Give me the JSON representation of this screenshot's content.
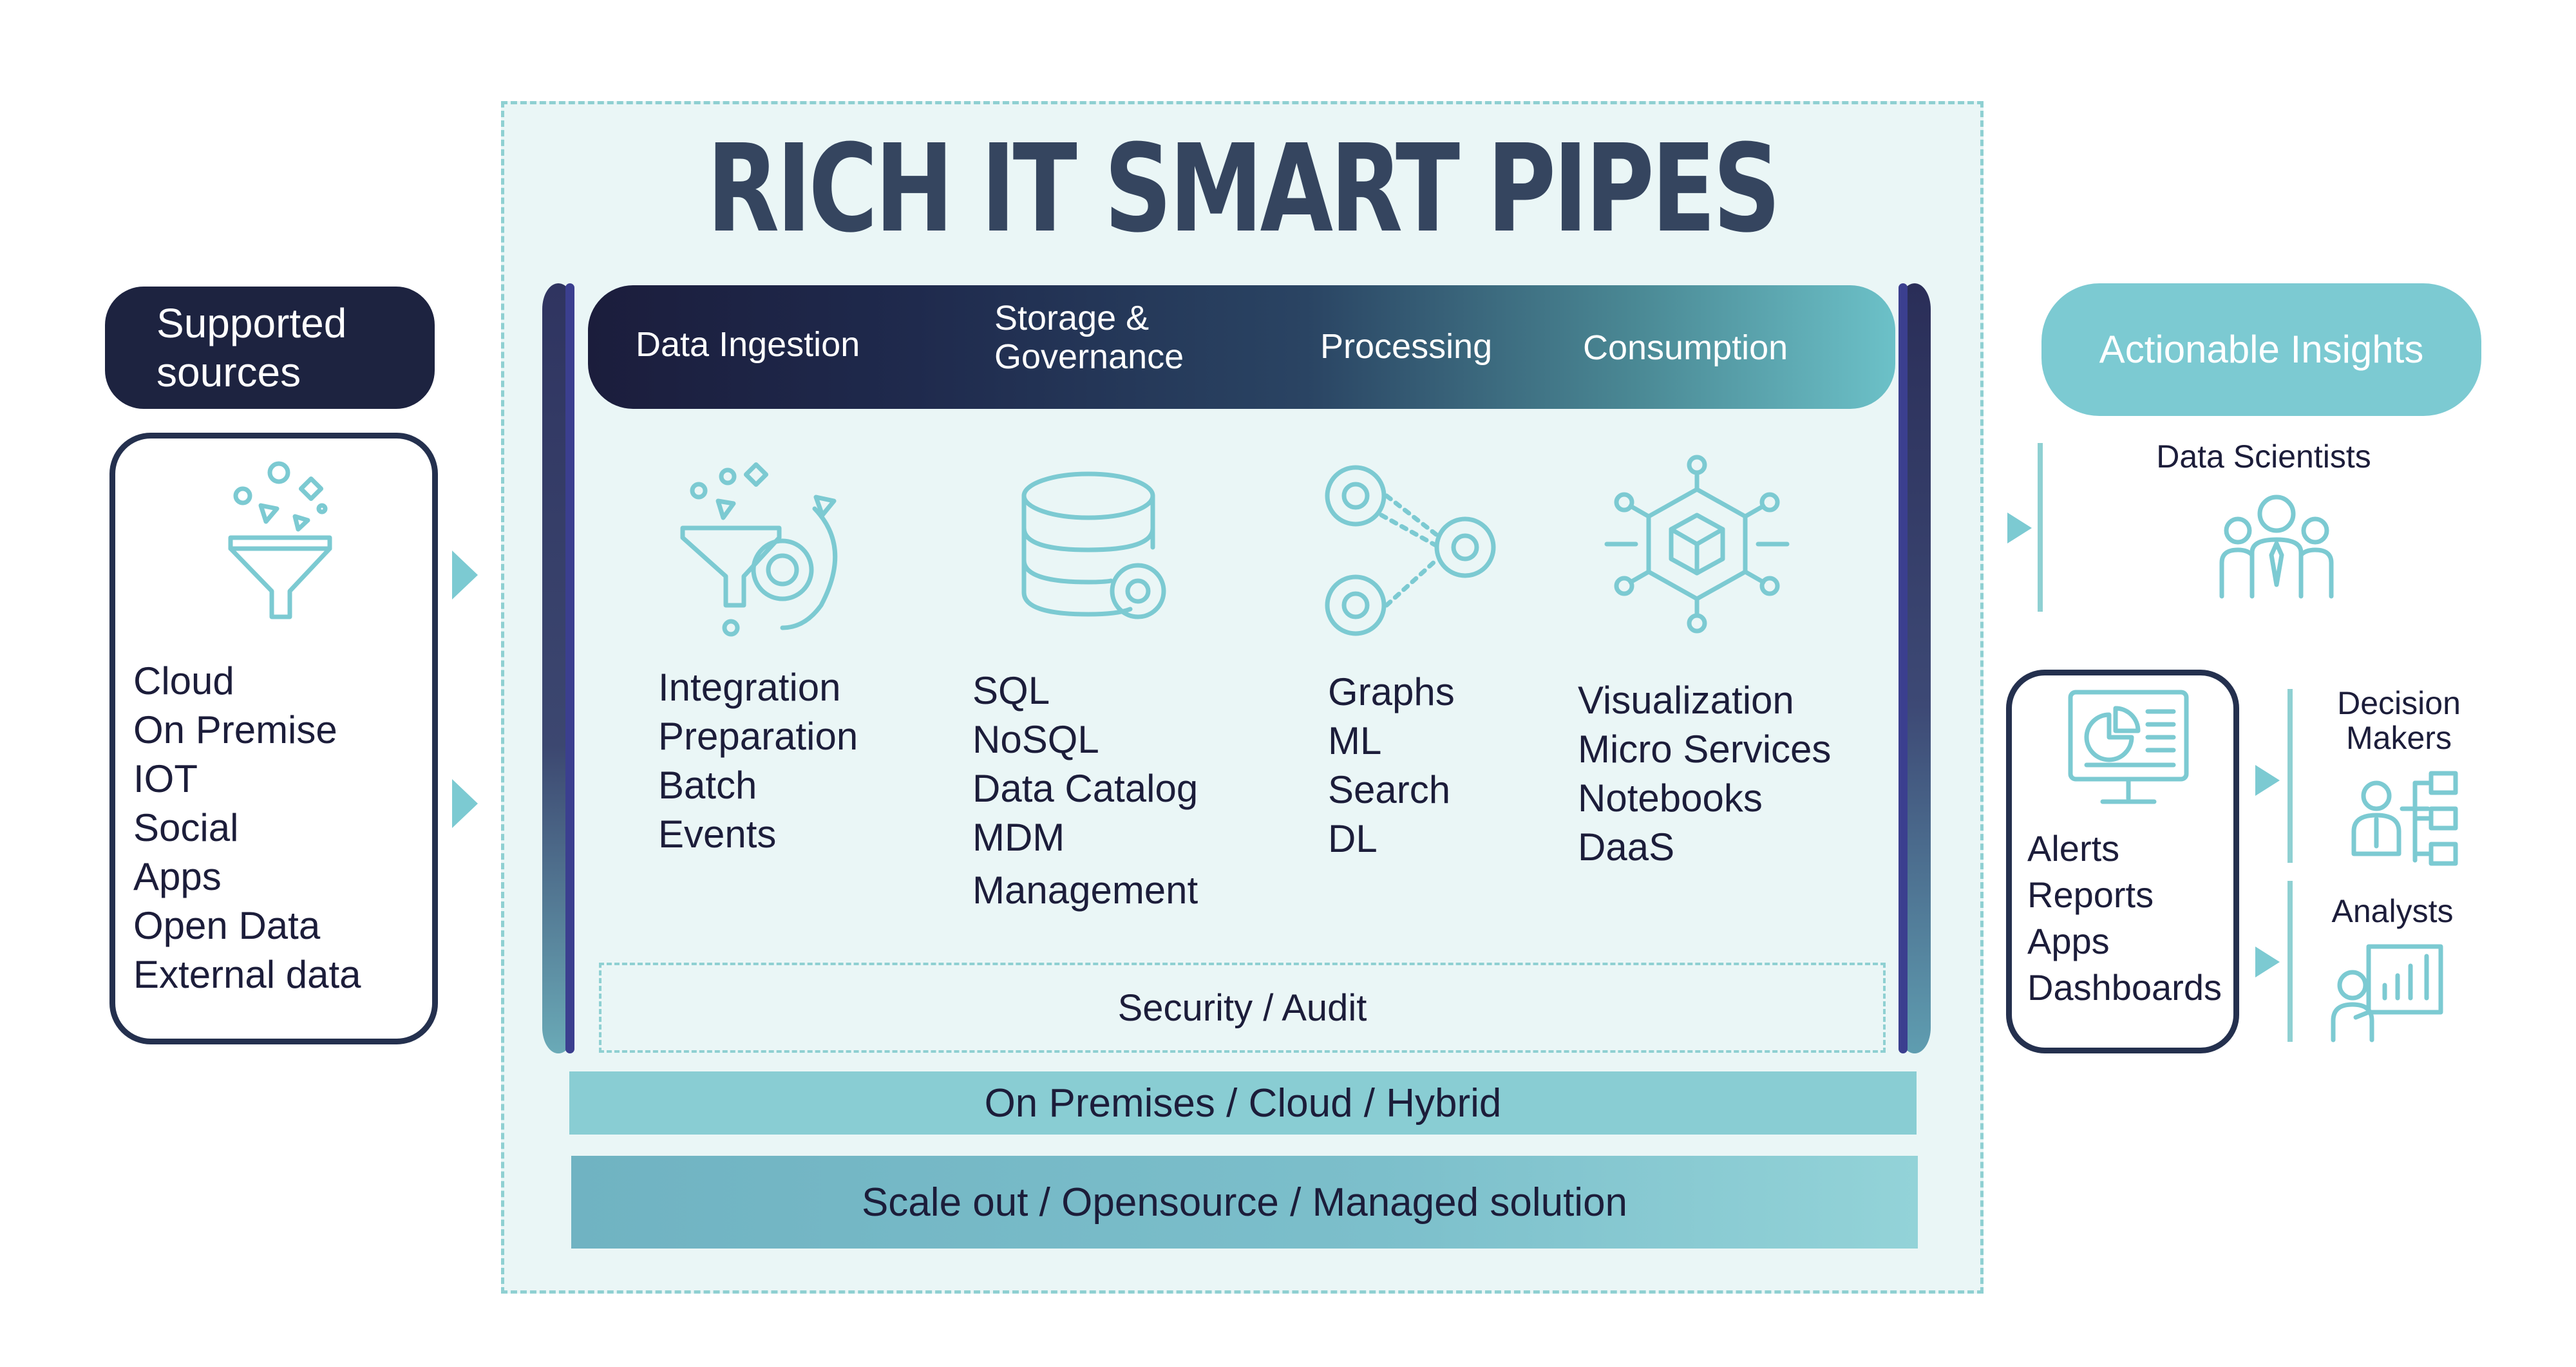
{
  "title": "RICH IT SMART PIPES",
  "sources": {
    "heading": "Supported sources",
    "items": [
      "Cloud",
      "On Premise",
      "IOT",
      "Social",
      "Apps",
      "Open Data",
      "External data"
    ]
  },
  "pipeline": {
    "stages": [
      {
        "label": "Data Ingestion",
        "icon": "funnel-gear-icon",
        "items": [
          "Integration",
          "Preparation",
          "Batch",
          "Events"
        ]
      },
      {
        "label": "Storage & Governance",
        "icon": "database-gear-icon",
        "items": [
          "SQL",
          "NoSQL",
          "Data Catalog",
          "MDM",
          "Management"
        ]
      },
      {
        "label": "Processing",
        "icon": "gears-network-icon",
        "items": [
          "Graphs",
          "ML",
          "Search",
          "DL"
        ]
      },
      {
        "label": "Consumption",
        "icon": "cube-network-icon",
        "items": [
          "Visualization",
          "Micro Services",
          "Notebooks",
          "DaaS"
        ]
      }
    ],
    "security": "Security / Audit",
    "deployment": "On Premises / Cloud / Hybrid",
    "scale": "Scale out / Opensource / Managed solution"
  },
  "insights": {
    "heading": "Actionable Insights",
    "data_scientists": "Data Scientists",
    "outputs": [
      "Alerts",
      "Reports",
      "Apps",
      "Dashboards"
    ],
    "decision_makers": "Decision Makers",
    "analysts": "Analysts"
  },
  "colors": {
    "navy": "#1d2340",
    "teal": "#7ccad2",
    "frame_bg": "#eaf6f6"
  }
}
